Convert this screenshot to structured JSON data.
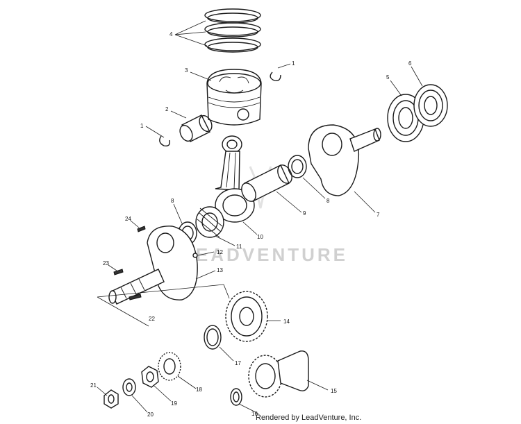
{
  "watermark": "LEADVENTURE",
  "credit": "Rendered by LeadVenture, Inc.",
  "callouts": [
    "1",
    "1",
    "2",
    "3",
    "4",
    "5",
    "6",
    "7",
    "8",
    "8",
    "9",
    "10",
    "11",
    "12",
    "13",
    "14",
    "15",
    "16",
    "17",
    "18",
    "19",
    "20",
    "21",
    "22",
    "23",
    "24"
  ]
}
